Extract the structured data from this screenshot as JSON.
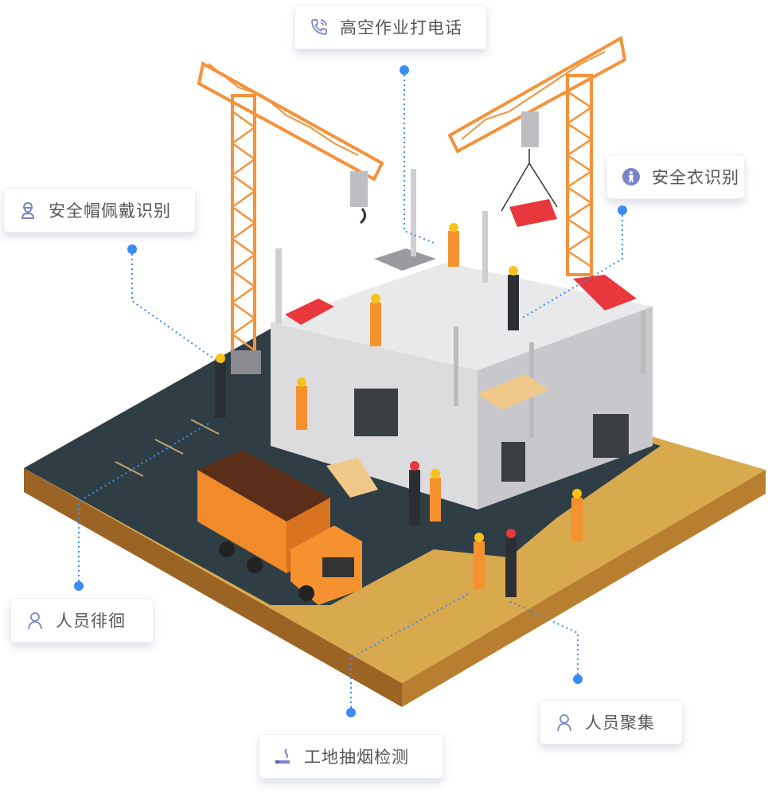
{
  "colors": {
    "accent": "#3b8cf5",
    "icon": "#7b84c9",
    "crane": "#f5923a",
    "asphalt": "#2f3e44",
    "sand": "#d9a94e",
    "sand_side": "#9c6424"
  },
  "labels": [
    {
      "id": "phone",
      "text": "高空作业打电话",
      "icon": "phone-icon"
    },
    {
      "id": "vest",
      "text": "安全衣识别",
      "icon": "safety-vest-icon"
    },
    {
      "id": "helmet",
      "text": "安全帽佩戴识别",
      "icon": "helmet-person-icon"
    },
    {
      "id": "loiter",
      "text": "人员徘徊",
      "icon": "person-icon"
    },
    {
      "id": "smoke",
      "text": "工地抽烟检测",
      "icon": "cigarette-icon"
    },
    {
      "id": "gather",
      "text": "人员聚集",
      "icon": "person-icon"
    }
  ]
}
